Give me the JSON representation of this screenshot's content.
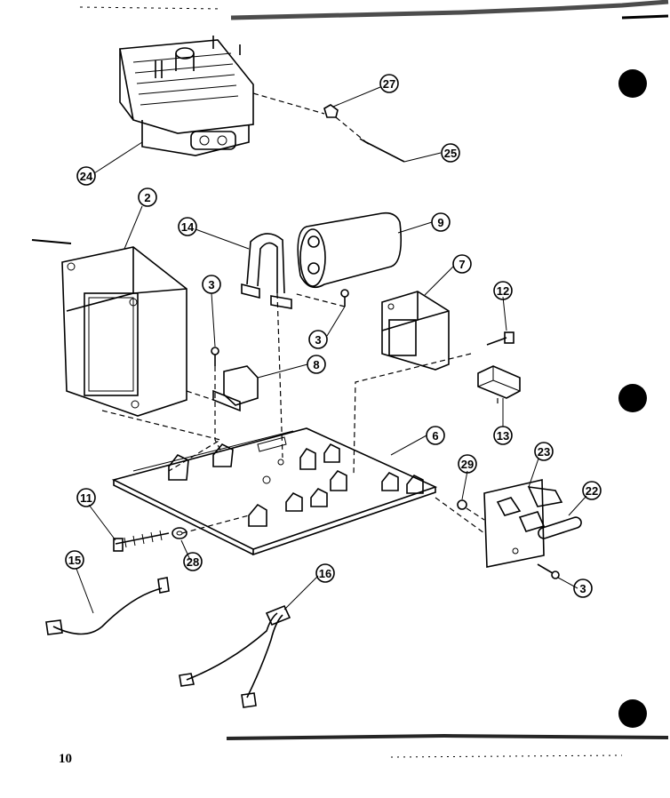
{
  "page_number": "10",
  "callouts": [
    "27",
    "25",
    "24",
    "2",
    "14",
    "9",
    "7",
    "12",
    "3",
    "3",
    "8",
    "13",
    "6",
    "29",
    "23",
    "22",
    "11",
    "28",
    "3",
    "15",
    "16"
  ],
  "colors": {
    "ink": "#000000",
    "paper": "#ffffff"
  }
}
